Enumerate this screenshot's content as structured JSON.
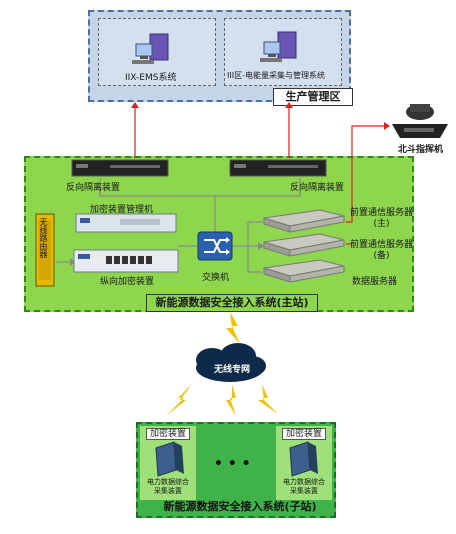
{
  "production_zone": {
    "label": "生产管理区",
    "system_left": "IIX-EMS系统",
    "system_right": "III区-电能量采集与管理系统"
  },
  "beidou": {
    "label": "北斗指挥机"
  },
  "master_station": {
    "label": "新能源数据安全接入系统(主站)",
    "reverse_isolation_left": "反向隔离装置",
    "reverse_isolation_right": "反向隔离装置",
    "encryption_manager": "加密装置管理机",
    "vertical_encryption": "纵向加密装置",
    "switch": "交换机",
    "wireless_router": "无线路由器",
    "comm_server_main_line1": "前置通信服务器",
    "comm_server_main_line2": "(主)",
    "comm_server_backup_line1": "前置通信服务器",
    "comm_server_backup_line2": "(备)",
    "data_server": "数据服务器"
  },
  "network": {
    "label": "无线专网"
  },
  "sub_station": {
    "label": "新能源数据安全接入系统(子站)",
    "encryption_left": "加密装置",
    "encryption_right": "加密装置",
    "terminal_left_line1": "电力数据综合",
    "terminal_left_line2": "采集装置",
    "terminal_right_line1": "电力数据综合",
    "terminal_right_line2": "采集装置",
    "ellipsis": "• • •"
  },
  "colors": {
    "production_bg": "#c5d4e6",
    "master_bg": "#8ed64e",
    "sub_bg": "#3fb34a",
    "link_red": "#e02020",
    "link_gray": "#8a8a8a",
    "lightning": "#f2c200"
  }
}
